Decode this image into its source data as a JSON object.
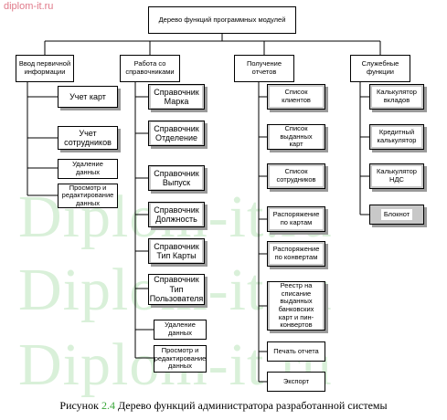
{
  "source_watermark": "diplom-it.ru",
  "big_watermarks": [
    "Diplom-it.ru",
    "Diplom-it.ru",
    "Diplom-it.ru"
  ],
  "root": "Дерево функций программных модулей",
  "groups": {
    "input": {
      "title": "Ввод первичной информации",
      "items": [
        "Учет карт",
        "Учет сотрудников",
        "Удаление данных",
        "Просмотр и редактирование данных"
      ]
    },
    "directories": {
      "title": "Работа со справочниками",
      "items": [
        "Справочник Марка",
        "Справочник Отделение",
        "Справочник Выпуск",
        "Справочник Должность",
        "Справочник Тип Карты",
        "Справочник Тип Пользователя",
        "Удаление данных",
        "Просмотр и редактирование данных"
      ]
    },
    "reports": {
      "title": "Получение отчетов",
      "items": [
        "Список клиентов",
        "Список выданных карт",
        "Список сотрудников",
        "Распоряжение по картам",
        "Распоряжение по конвертам",
        "Реестр на списание выданных банковских карт и пин-конвертов",
        "Печать отчета",
        "Экспорт"
      ]
    },
    "service": {
      "title": "Служебные функции",
      "items": [
        "Калькулятор вкладов",
        "Кредитный калькулятор",
        "Калькулятор НДС",
        "Блокнот"
      ]
    }
  },
  "caption": {
    "prefix": "Рисунок ",
    "number": "2.4",
    "text": " Дерево функций администратора разработанной системы"
  }
}
